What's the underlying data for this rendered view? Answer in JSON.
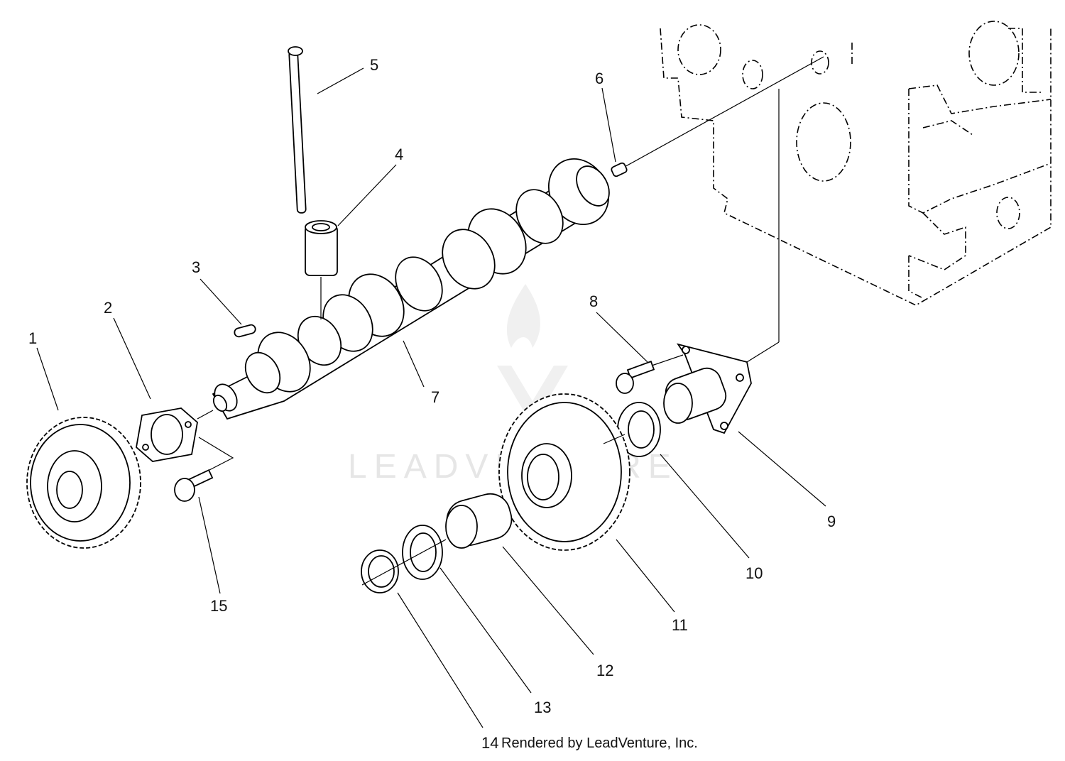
{
  "diagram": {
    "callouts": [
      {
        "id": 1,
        "label": "1"
      },
      {
        "id": 2,
        "label": "2"
      },
      {
        "id": 3,
        "label": "3"
      },
      {
        "id": 4,
        "label": "4"
      },
      {
        "id": 5,
        "label": "5"
      },
      {
        "id": 6,
        "label": "6"
      },
      {
        "id": 7,
        "label": "7"
      },
      {
        "id": 8,
        "label": "8"
      },
      {
        "id": 9,
        "label": "9"
      },
      {
        "id": 10,
        "label": "10"
      },
      {
        "id": 11,
        "label": "11"
      },
      {
        "id": 12,
        "label": "12"
      },
      {
        "id": 13,
        "label": "13"
      },
      {
        "id": 14,
        "label": "14"
      },
      {
        "id": 15,
        "label": "15"
      }
    ]
  },
  "watermark": {
    "text": "LEADVENTURE"
  },
  "credit": {
    "text": "Rendered by LeadVenture, Inc."
  }
}
